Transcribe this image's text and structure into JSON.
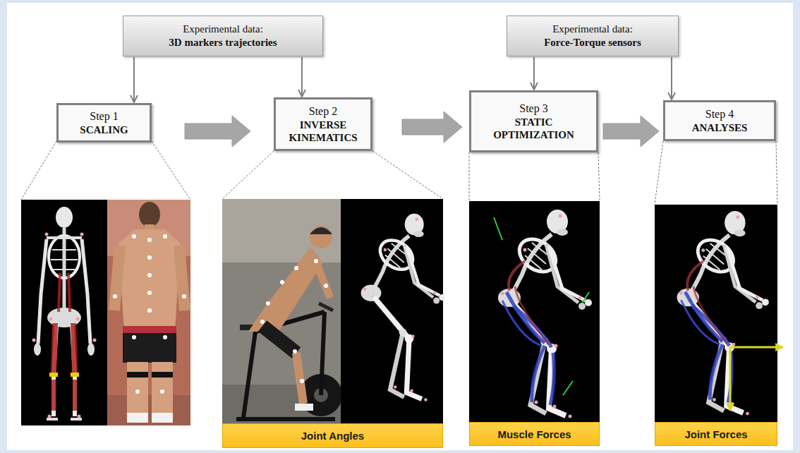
{
  "diagram": {
    "nodes": [
      {
        "text": [
          "Experimental data:",
          "3D markers trajectories"
        ]
      },
      {
        "text": [
          "Experimental data:",
          "Force-Torque sensors"
        ]
      },
      {
        "text": [
          "Step 1",
          "SCALING"
        ]
      },
      {
        "text": [
          "Step 2",
          "INVERSE KINEMATICS"
        ]
      },
      {
        "text": [
          "Step 3",
          "STATIC OPTIMIZATION"
        ]
      },
      {
        "text": [
          "Step 4",
          "ANALYSES"
        ]
      },
      {
        "text": [
          "Joint Angles"
        ]
      },
      {
        "text": [
          "Muscle Forces"
        ]
      },
      {
        "text": [
          "Joint Forces"
        ]
      }
    ],
    "edges": [
      {
        "from": 0,
        "to": 2,
        "arrow": "to"
      },
      {
        "from": 0,
        "to": 3,
        "arrow": "to"
      },
      {
        "from": 1,
        "to": 4,
        "arrow": "to"
      },
      {
        "from": 1,
        "to": 5,
        "arrow": "to"
      },
      {
        "from": 2,
        "to": 3,
        "arrow": "to"
      },
      {
        "from": 3,
        "to": 4,
        "arrow": "to"
      },
      {
        "from": 4,
        "to": 5,
        "arrow": "to"
      }
    ]
  }
}
